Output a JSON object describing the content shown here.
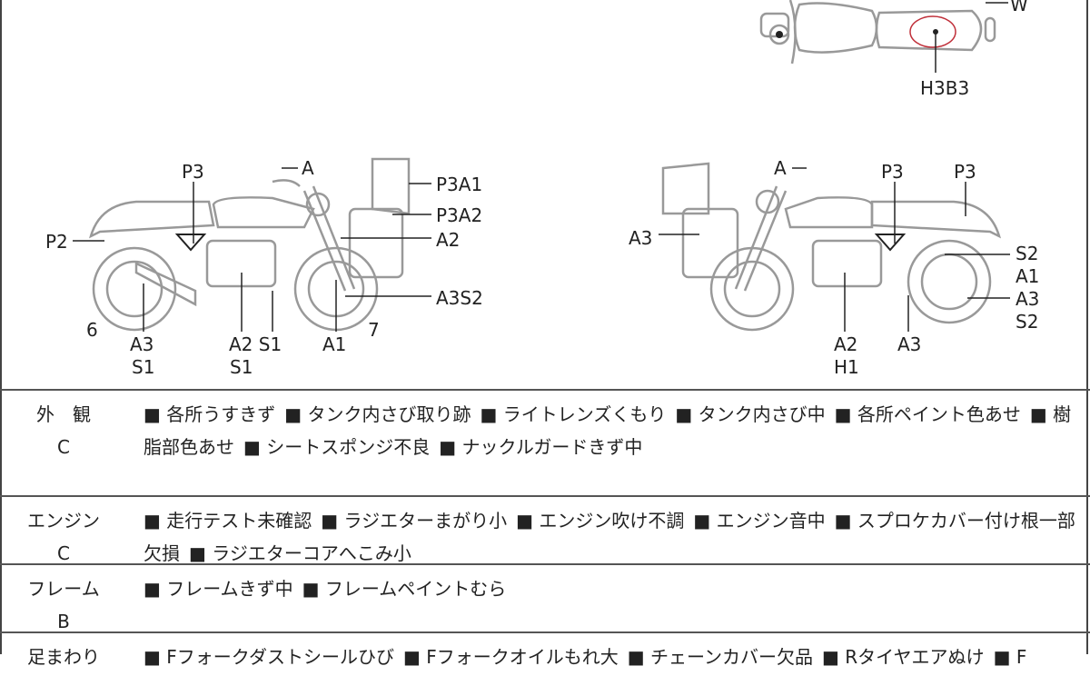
{
  "diagram": {
    "top_view": {
      "labels": [
        "W",
        "H3B3"
      ],
      "highlight_color": "#c0303a"
    },
    "left_bike": {
      "labels": [
        "P3",
        "A",
        "P3A1",
        "P3A2",
        "P2",
        "A2",
        "A3S2",
        "6",
        "7",
        "A3",
        "S1",
        "A2 S1",
        "S1",
        "A1"
      ]
    },
    "right_bike": {
      "labels": [
        "A",
        "P3",
        "P3",
        "A3",
        "S2",
        "A1",
        "A3",
        "S2",
        "A2",
        "H1",
        "A3"
      ]
    }
  },
  "conditions": [
    {
      "category": "外　観",
      "grade": "C",
      "items": [
        "■ 各所うすきず",
        "■ タンク内さび取り跡",
        "■ ライトレンズくもり",
        "■ タンク内さび中",
        "■ 各所ペイント色あせ",
        "■ 樹脂部色あせ",
        "■ シートスポンジ不良",
        "■ ナックルガードきず中"
      ]
    },
    {
      "category": "エンジン",
      "grade": "C",
      "items": [
        "■ 走行テスト未確認",
        "■ ラジエターまがり小",
        "■ エンジン吹け不調",
        "■ エンジン音中",
        "■ スプロケカバー付け根一部欠損",
        "■ ラジエターコアへこみ小"
      ]
    },
    {
      "category": "フレーム",
      "grade": "B",
      "items": [
        "■ フレームきず中",
        "■ フレームペイントむら"
      ]
    },
    {
      "category": "足まわり",
      "grade": "",
      "items": [
        "■ Fフォークダストシールひび",
        "■ Fフォークオイルもれ大",
        "■ チェーンカバー欠品",
        "■ Rタイヤエアぬけ",
        "■ F"
      ]
    }
  ]
}
